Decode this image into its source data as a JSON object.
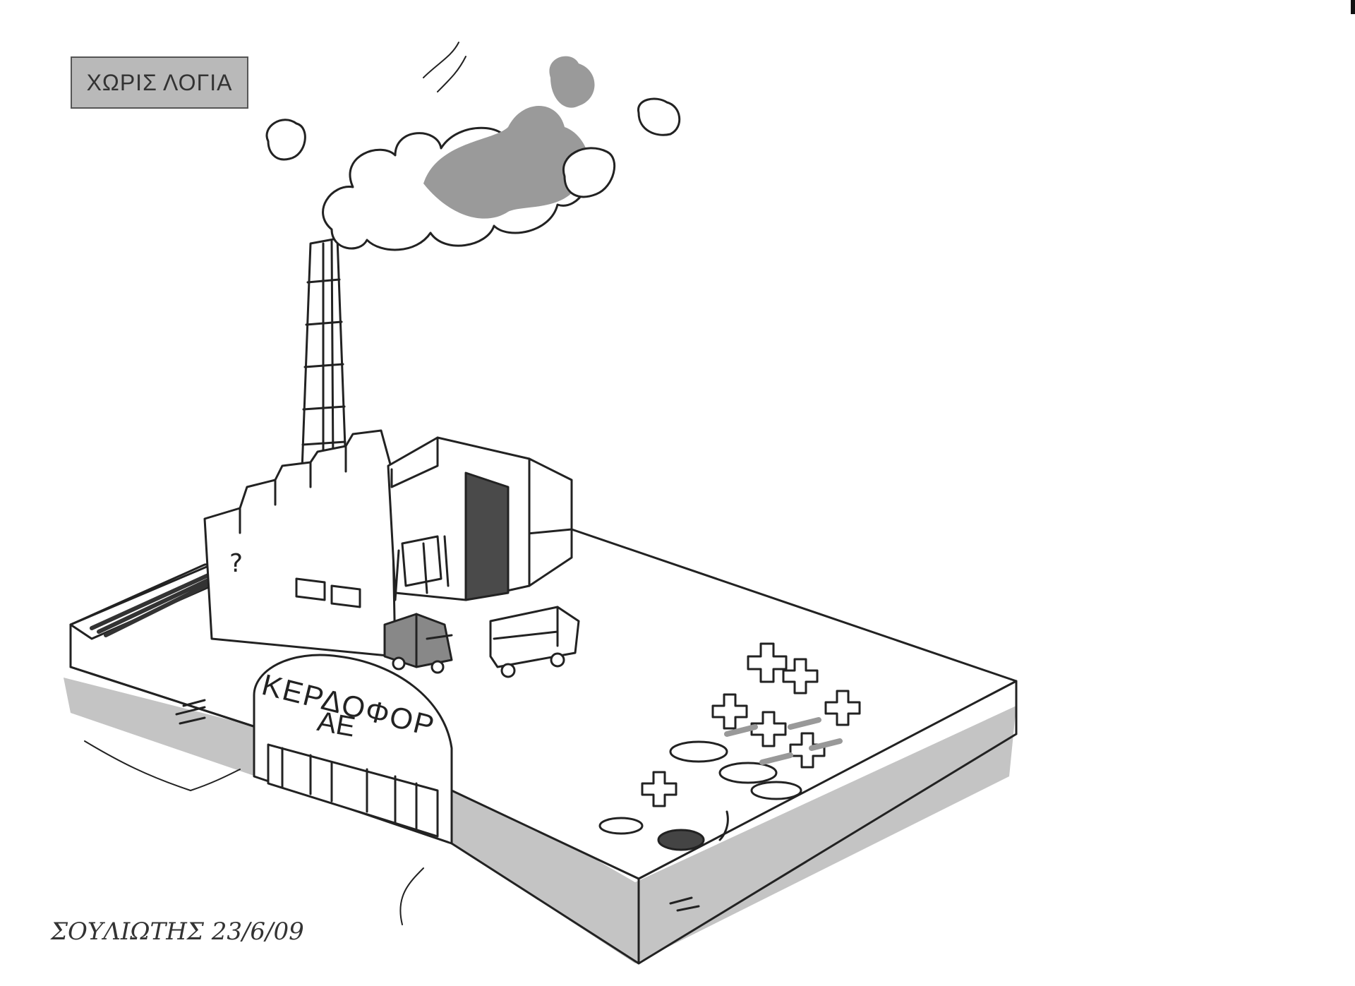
{
  "caption_label": "ΧΩΡΙΣ ΛΟΓΙΑ",
  "gate_sign": {
    "line1": "ΚΕΡΔΟΦΟΡ",
    "line2": "ΑΕ"
  },
  "signature": "ΣΟΥΛΙΩΤΗΣ 23/6/09",
  "colors": {
    "ink": "#222222",
    "smoke_gray": "#9a9a9a",
    "shadow_gray": "#c4c4c4",
    "paper": "#ffffff"
  },
  "icons": [
    "smokestack-icon",
    "factory-icon",
    "truck-icon",
    "cross-icon",
    "fish-icon"
  ]
}
